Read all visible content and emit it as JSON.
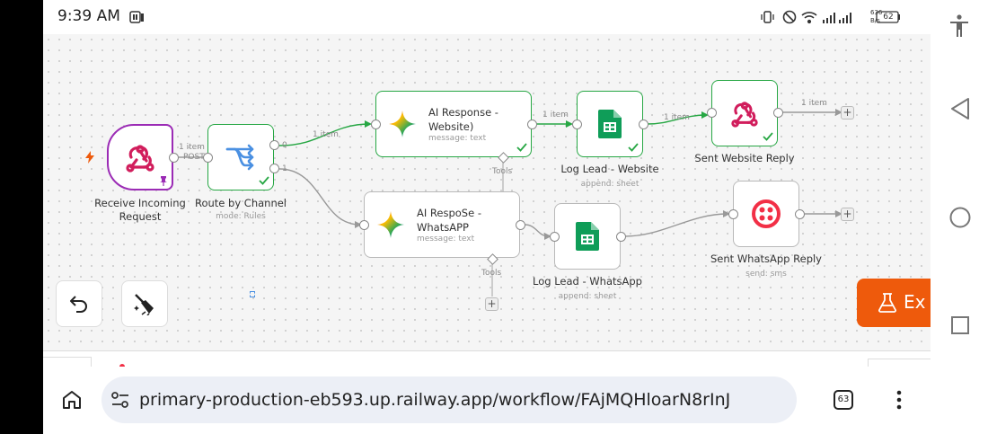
{
  "status_bar": {
    "time": "9:39 AM",
    "net_speed_top": "636",
    "net_speed_bottom": "B/s",
    "battery": "62"
  },
  "nodes": {
    "receive": {
      "title_line1": "Receive Incoming",
      "title_line2": "Request"
    },
    "route": {
      "title": "Route by Channel",
      "subtitle": "mode: Rules"
    },
    "ai_website": {
      "title_line1": "AI Response -",
      "title_line2": "Website)",
      "subtitle": "message: text"
    },
    "log_website": {
      "title": "Log Lead - Website",
      "subtitle": "append: sheet"
    },
    "sent_website": {
      "title": "Sent Website Reply"
    },
    "ai_whatsapp": {
      "title_line1": "AI RespoSe -",
      "title_line2": "WhatsAPP",
      "subtitle": "message: text"
    },
    "log_whatsapp": {
      "title": "Log Lead - WhatsApp",
      "subtitle": "append: sheet"
    },
    "sent_whatsapp": {
      "title": "Sent WhatsApp Reply",
      "subtitle": "send: sms"
    }
  },
  "edge_labels": {
    "receive_out": "1 item",
    "receive_post": "POST",
    "route_out0": "0",
    "route_out1": "1",
    "route_to_ai": "1 item",
    "ai_to_log": "1 item",
    "log_to_sent": "1 item",
    "sent_out": "1 item",
    "tools_top": "Tools",
    "tools_bottom": "Tools"
  },
  "execute_button": {
    "label": "Ex"
  },
  "browser": {
    "url": "primary-production-eb593.up.railway.app/workflow/FAjMQHloarN8rInJ",
    "tab_count": "63"
  },
  "colors": {
    "success": "#27a744",
    "trigger": "#9b2bb5",
    "execute": "#ee5a0c",
    "twilio": "#f22f46"
  }
}
